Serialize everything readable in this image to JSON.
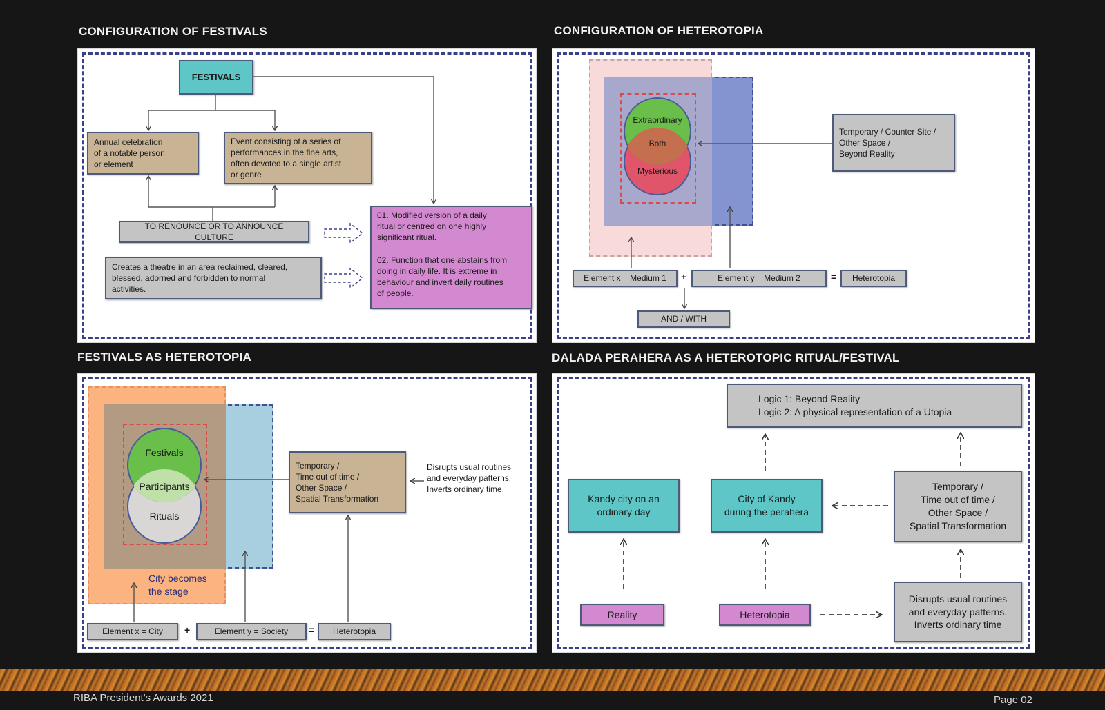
{
  "titles": {
    "tl": "CONFIGURATION OF FESTIVALS",
    "tr": "CONFIGURATION OF HETEROTOPIA",
    "bl": "FESTIVALS AS HETEROTOPIA",
    "br": "DALADA PERAHERA AS A HETEROTOPIC RITUAL/FESTIVAL"
  },
  "festivals_config": {
    "festivals": "FESTIVALS",
    "annual": "Annual celebration\nof a notable person\nor element",
    "event": "Event consisting of a series of\nperformances in the fine arts,\noften devoted to a single artist\nor genre",
    "renounce": "TO RENOUNCE OR TO ANNOUNCE CULTURE",
    "theatre": "Creates a theatre in an area reclaimed, cleared,\nblessed, adorned and forbidden to normal\nactivities.",
    "modified": "01. Modified version of a daily\nritual or centred on one highly\nsignificant ritual.\n\n02. Function that one abstains from\ndoing in daily life. It is extreme in\nbehaviour and invert daily routines\nof people."
  },
  "heterotopia_config": {
    "extraordinary": "Extraordinary",
    "both": "Both",
    "mysterious": "Mysterious",
    "temporary": "Temporary / Counter Site /\nOther Space /\nBeyond Reality",
    "element_x": "Element  x = Medium 1",
    "plus": "+",
    "element_y": "Element  y = Medium 2",
    "equals": "=",
    "heterotopia": "Heterotopia",
    "and_with": "AND / WITH"
  },
  "festivals_heterotopia": {
    "festivals": "Festivals",
    "participants": "Participants",
    "rituals": "Rituals",
    "temporary": "Temporary /\nTime out of time /\nOther Space /\nSpatial Transformation",
    "disrupts": "Disrupts usual routines\nand everyday patterns.\nInverts ordinary time.",
    "city_stage": "City becomes\nthe stage",
    "element_x": "Element  x = City",
    "plus": "+",
    "element_y": "Element  y = Society",
    "equals": "=",
    "heterotopia": "Heterotopia"
  },
  "perahera": {
    "logic": "Logic 1: Beyond Reality\nLogic 2: A physical representation of a Utopia",
    "kandy_ordinary": "Kandy city on an\nordinary day",
    "kandy_perahera": "City of Kandy\nduring the perahera",
    "temporary": "Temporary /\nTime out of time /\nOther Space /\nSpatial Transformation",
    "reality": "Reality",
    "heterotopia": "Heterotopia",
    "disrupts": "Disrupts usual routines\nand everyday patterns.\nInverts ordinary time"
  },
  "footer": {
    "left": "RIBA President's Awards 2021",
    "right": "Page 02"
  },
  "colors": {
    "background": "#161616",
    "tan": "#c8b494",
    "grey": "#c4c4c4",
    "teal": "#5ec6c6",
    "pink": "#d389cf",
    "green_circle": "#6abf4b",
    "red_circle": "#e0556a",
    "dash_border": "#3a3f8a"
  }
}
